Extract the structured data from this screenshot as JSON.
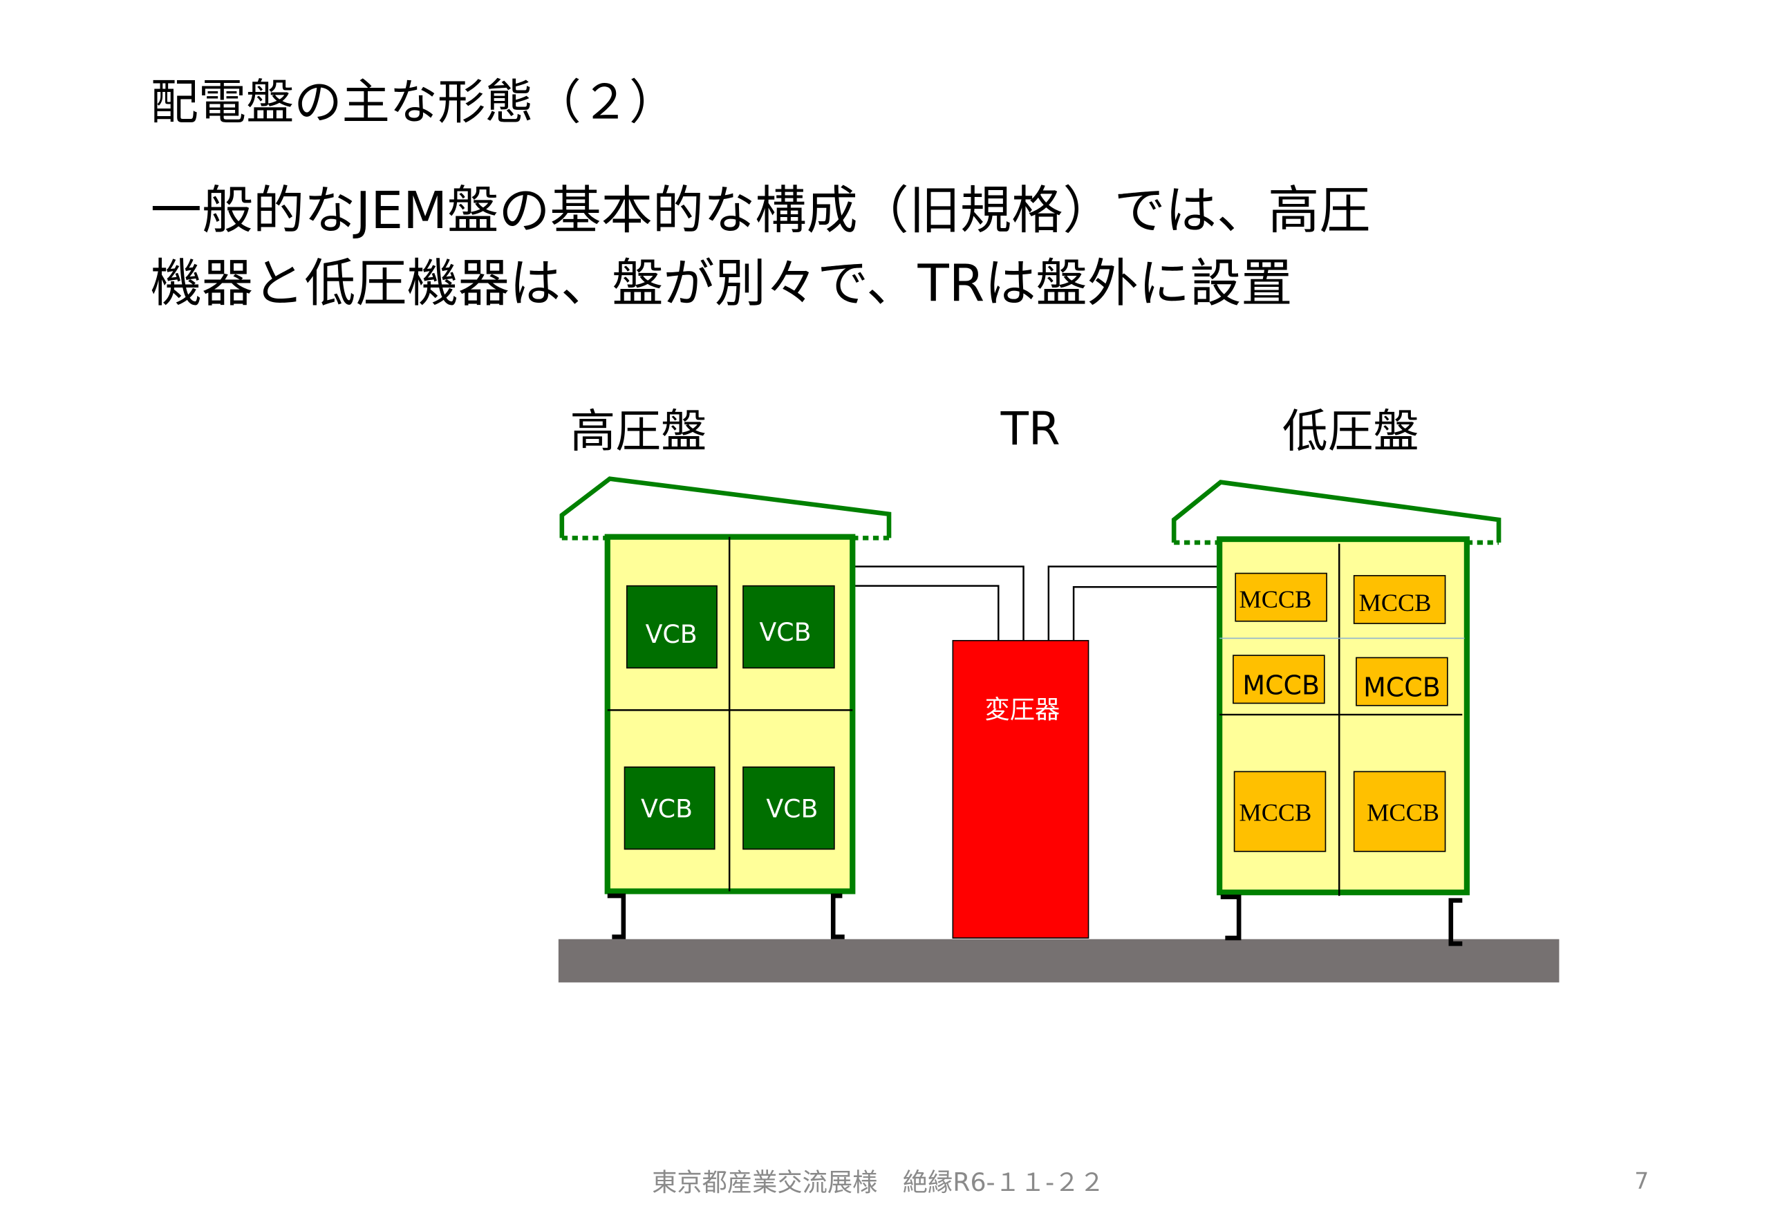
{
  "slide": {
    "title": "配電盤の主な形態（２）",
    "body_line1": "一般的なJEM盤の基本的な構成（旧規格）では、高圧",
    "body_line2": "機器と低圧機器は、盤が別々で、TRは盤外に設置"
  },
  "diagram": {
    "hv_label": "高圧盤",
    "tr_label": "TR",
    "lv_label": "低圧盤",
    "transformer_label": "変圧器",
    "vcb": [
      "VCB",
      "VCB",
      "VCB",
      "VCB"
    ],
    "mccb": [
      "MCCB",
      "MCCB",
      "MCCB",
      "MCCB",
      "MCCB",
      "MCCB"
    ],
    "colors": {
      "panel": "#ffff99",
      "frame": "#008000",
      "vcb": "#006f00",
      "mccb": "#ffc000",
      "transformer": "#ff0000",
      "ground": "#767171"
    }
  },
  "footer": {
    "text": "東京都産業交流展様　絶縁R6-１１-２２",
    "page": "7"
  }
}
